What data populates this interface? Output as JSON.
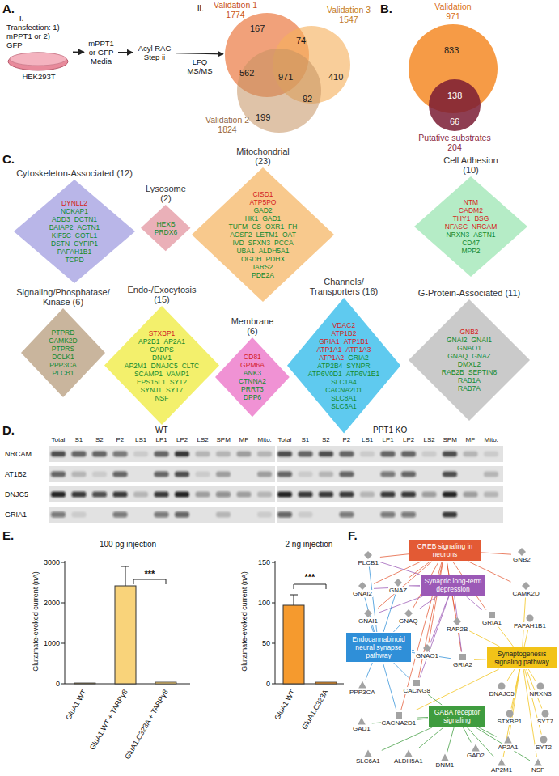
{
  "diagram": {
    "nodes": [
      {
        "text": [
          "Transfection: 1) mPPT1 or 2) GFP",
          "HEK293T"
        ]
      },
      {
        "text": [
          "mPPT1 or GFP Media"
        ]
      },
      {
        "text": [
          "Acyl RAC Step ii"
        ]
      },
      {
        "text": [
          "Validation 1",
          "1774"
        ]
      },
      {
        "text": [
          "Validation 3",
          "1547"
        ]
      },
      {
        "text": [
          "Validation 2",
          "1824"
        ]
      },
      {
        "text": [
          "Validation",
          "971"
        ]
      },
      {
        "text": [
          "Putative substrates",
          "204"
        ]
      },
      {
        "text": [
          "Cytoskeleton-Associated (12)",
          "DYNLL2",
          "NCKAP1",
          "ADD3",
          "DCTN1",
          "BAIAP2",
          "ACTN1",
          "KIF5C",
          "COTL1",
          "DSTN",
          "CYFIP1",
          "PAFAH1B1",
          "TCPD"
        ]
      },
      {
        "text": [
          "Lysosome (2)",
          "HEXB",
          "PRDX6"
        ]
      },
      {
        "text": [
          "Mitochondrial (23)",
          "CISD1",
          "ATP5PO",
          "GAD2",
          "HK1",
          "GAD1",
          "TUFM",
          "CS",
          "OXR1",
          "FH",
          "ACSF2",
          "LETM1",
          "OAT",
          "IVD",
          "SFXN3",
          "PCCA",
          "UBA1",
          "ALDH5A1",
          "OGDH",
          "PDHX",
          "IARS2",
          "PDE2A"
        ]
      },
      {
        "text": [
          "Cell Adhesion (10)",
          "NTM",
          "CADM2",
          "THY1",
          "BSG",
          "NFASC",
          "NRCAM",
          "NRXN3",
          "ASTN1",
          "CD47",
          "MPP2"
        ]
      },
      {
        "text": [
          "Signaling/Phosphatase/ Kinase (6)",
          "PTPRD",
          "CAMK2D",
          "PTPRS",
          "DCLK1",
          "PPP3CA",
          "PLCB1"
        ]
      },
      {
        "text": [
          "Endo-/Exocytosis (15)",
          "STXBP1",
          "AP2B1",
          "AP2A1",
          "CADPS",
          "DNM1",
          "AP2M1",
          "DNAJC5",
          "CLTC",
          "SCAMP1",
          "VAMP1",
          "EPS15L1",
          "SYT2",
          "SYNJ1",
          "SYT7",
          "NSF"
        ]
      },
      {
        "text": [
          "Membrane (6)",
          "CD81",
          "GPM6A",
          "ANK3",
          "CTNNA2",
          "PRRT3",
          "DPP6"
        ]
      },
      {
        "text": [
          "Channels/ Transporters (16)",
          "VDAC2",
          "ATP1B2",
          "GRIA1",
          "ATP1B1",
          "ATP1A1",
          "ATP1A3",
          "ATP1A2",
          "GRIA2",
          "ATP2B4",
          "SYNPR",
          "ATP6V0D1",
          "ATP6V1E1",
          "SLC1A4",
          "CACNA2D1",
          "SLC8A1",
          "SLC6A1"
        ]
      },
      {
        "text": [
          "G-Protein-Associated (11)",
          "GNB2",
          "GNAI2",
          "GNAI1",
          "GNAO1",
          "GNAQ",
          "GNAZ",
          "DMXL2",
          "RAB2B",
          "SEPTIN8",
          "RAB1A",
          "RAB7A"
        ]
      },
      {
        "text": [
          "CREB signaling in neurons"
        ]
      },
      {
        "text": [
          "Synaptic long-term depression"
        ]
      },
      {
        "text": [
          "Endocannabinoid neural synapse pathway"
        ]
      },
      {
        "text": [
          "Synaptogenesis signaling pathway"
        ]
      },
      {
        "text": [
          "GABA receptor signaling"
        ]
      },
      {
        "text": [
          "PLCB1"
        ]
      },
      {
        "text": [
          "GNB2"
        ]
      },
      {
        "text": [
          "GNAI2"
        ]
      },
      {
        "text": [
          "GNAZ"
        ]
      },
      {
        "text": [
          "CAMK2D"
        ]
      },
      {
        "text": [
          "GNAQ"
        ]
      },
      {
        "text": [
          "GNAI1"
        ]
      },
      {
        "text": [
          "GRIA1"
        ]
      },
      {
        "text": [
          "RAP2B"
        ]
      },
      {
        "text": [
          "PAFAH1B1"
        ]
      },
      {
        "text": [
          "GNAO1"
        ]
      },
      {
        "text": [
          "GRIA2"
        ]
      },
      {
        "text": [
          "PPP3CA"
        ]
      },
      {
        "text": [
          "CACNG8"
        ]
      },
      {
        "text": [
          "DNAJC5"
        ]
      },
      {
        "text": [
          "NRXN3"
        ]
      },
      {
        "text": [
          "CACNA2D1"
        ]
      },
      {
        "text": [
          "STXBP1"
        ]
      },
      {
        "text": [
          "SYT7"
        ]
      },
      {
        "text": [
          "GAD1"
        ]
      },
      {
        "text": [
          "SLC6A1"
        ]
      },
      {
        "text": [
          "AP2A1"
        ]
      },
      {
        "text": [
          "SYT2"
        ]
      },
      {
        "text": [
          "ALDH5A1"
        ]
      },
      {
        "text": [
          "DNM1"
        ]
      },
      {
        "text": [
          "GAD2"
        ]
      },
      {
        "text": [
          "AP2M1"
        ]
      },
      {
        "text": [
          "NSF"
        ]
      }
    ],
    "edges": [
      {
        "from": 0,
        "to": 1,
        "arrow": "to"
      },
      {
        "from": 1,
        "to": 2,
        "arrow": "to"
      },
      {
        "from": 2,
        "to": 3,
        "arrow": "to",
        "label": "LFQ MS/MS"
      },
      {
        "from": 17,
        "to": 22,
        "arrow": "none"
      },
      {
        "from": 17,
        "to": 23,
        "arrow": "none"
      },
      {
        "from": 17,
        "to": 24,
        "arrow": "none"
      },
      {
        "from": 17,
        "to": 25,
        "arrow": "none"
      },
      {
        "from": 17,
        "to": 26,
        "arrow": "none"
      },
      {
        "from": 17,
        "to": 27,
        "arrow": "none"
      },
      {
        "from": 17,
        "to": 28,
        "arrow": "none"
      },
      {
        "from": 17,
        "to": 29,
        "arrow": "none"
      },
      {
        "from": 17,
        "to": 30,
        "arrow": "none"
      },
      {
        "from": 17,
        "to": 32,
        "arrow": "none"
      },
      {
        "from": 17,
        "to": 33,
        "arrow": "none"
      },
      {
        "from": 17,
        "to": 35,
        "arrow": "none"
      },
      {
        "from": 17,
        "to": 38,
        "arrow": "none"
      },
      {
        "from": 18,
        "to": 22,
        "arrow": "none"
      },
      {
        "from": 18,
        "to": 24,
        "arrow": "none"
      },
      {
        "from": 18,
        "to": 25,
        "arrow": "none"
      },
      {
        "from": 18,
        "to": 27,
        "arrow": "none"
      },
      {
        "from": 18,
        "to": 28,
        "arrow": "none"
      },
      {
        "from": 18,
        "to": 29,
        "arrow": "none"
      },
      {
        "from": 18,
        "to": 32,
        "arrow": "none"
      },
      {
        "from": 18,
        "to": 33,
        "arrow": "none"
      },
      {
        "from": 18,
        "to": 35,
        "arrow": "none"
      },
      {
        "from": 19,
        "to": 22,
        "arrow": "none"
      },
      {
        "from": 19,
        "to": 24,
        "arrow": "none"
      },
      {
        "from": 19,
        "to": 25,
        "arrow": "none"
      },
      {
        "from": 19,
        "to": 27,
        "arrow": "none"
      },
      {
        "from": 19,
        "to": 28,
        "arrow": "none"
      },
      {
        "from": 19,
        "to": 32,
        "arrow": "none"
      },
      {
        "from": 19,
        "to": 33,
        "arrow": "none"
      },
      {
        "from": 19,
        "to": 34,
        "arrow": "none"
      },
      {
        "from": 19,
        "to": 35,
        "arrow": "none"
      },
      {
        "from": 19,
        "to": 38,
        "arrow": "none"
      },
      {
        "from": 20,
        "to": 26,
        "arrow": "none"
      },
      {
        "from": 20,
        "to": 29,
        "arrow": "none"
      },
      {
        "from": 20,
        "to": 30,
        "arrow": "none"
      },
      {
        "from": 20,
        "to": 31,
        "arrow": "none"
      },
      {
        "from": 20,
        "to": 33,
        "arrow": "none"
      },
      {
        "from": 20,
        "to": 36,
        "arrow": "none"
      },
      {
        "from": 20,
        "to": 37,
        "arrow": "none"
      },
      {
        "from": 20,
        "to": 38,
        "arrow": "none"
      },
      {
        "from": 20,
        "to": 39,
        "arrow": "none"
      },
      {
        "from": 20,
        "to": 40,
        "arrow": "none"
      },
      {
        "from": 20,
        "to": 43,
        "arrow": "none"
      },
      {
        "from": 20,
        "to": 44,
        "arrow": "none"
      },
      {
        "from": 20,
        "to": 48,
        "arrow": "none"
      },
      {
        "from": 20,
        "to": 49,
        "arrow": "none"
      },
      {
        "from": 21,
        "to": 35,
        "arrow": "none"
      },
      {
        "from": 21,
        "to": 38,
        "arrow": "none"
      },
      {
        "from": 21,
        "to": 41,
        "arrow": "none"
      },
      {
        "from": 21,
        "to": 42,
        "arrow": "none"
      },
      {
        "from": 21,
        "to": 43,
        "arrow": "none"
      },
      {
        "from": 21,
        "to": 45,
        "arrow": "none"
      },
      {
        "from": 21,
        "to": 46,
        "arrow": "none"
      },
      {
        "from": 21,
        "to": 47,
        "arrow": "none"
      },
      {
        "from": 21,
        "to": 48,
        "arrow": "none"
      },
      {
        "from": 21,
        "to": 49,
        "arrow": "none"
      }
    ],
    "labels": [
      "A.",
      "i.",
      "ii.",
      "167",
      "74",
      "562",
      "971",
      "410",
      "199",
      "92",
      "B.",
      "833",
      "138",
      "66",
      "C.",
      "D.",
      "WT",
      "PPT1 KO",
      "Total",
      "S1",
      "S2",
      "P2",
      "LS1",
      "LP1",
      "LP2",
      "LS2",
      "SPM",
      "MF",
      "Mito.",
      "Total",
      "S1",
      "S2",
      "P2",
      "LS1",
      "LP1",
      "LP2",
      "LS2",
      "SPM",
      "MF",
      "Mito.",
      "NRCAM",
      "AT1B2",
      "DNJC5",
      "GRIA1",
      "E.",
      "100 pg injection",
      "Glutamate-evoked current (nA)",
      "0",
      "1000",
      "2000",
      "3000",
      "GluA1.WT",
      "GluA1.WT + TARPγ8",
      "GluA1.C323A + TARPγ8",
      "***",
      "2 ng injection",
      "Glutamate-evoked current (nA)",
      "0",
      "50",
      "100",
      "150",
      "GluA1.WT",
      "GluA1.C323A",
      "***",
      "F."
    ]
  }
}
